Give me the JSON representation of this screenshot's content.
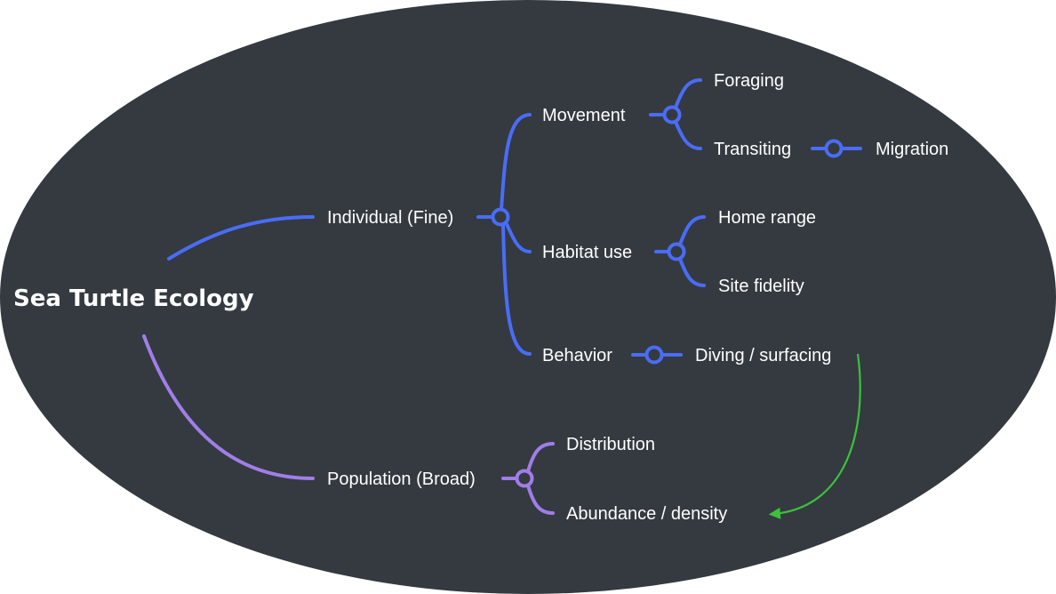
{
  "mindmap": {
    "root": "Sea Turtle Ecology",
    "colors": {
      "background": "#343a40",
      "individual_branch": "#4a6cf7",
      "population_branch": "#a07ee8",
      "cross_link": "#3cc13c",
      "text": "#ffffff"
    },
    "individual": {
      "label": "Individual (Fine)",
      "movement": {
        "label": "Movement",
        "foraging": "Foraging",
        "transiting": "Transiting",
        "migration": "Migration"
      },
      "habitat_use": {
        "label": "Habitat use",
        "home_range": "Home range",
        "site_fidelity": "Site fidelity"
      },
      "behavior": {
        "label": "Behavior",
        "diving": "Diving / surfacing"
      }
    },
    "population": {
      "label": "Population (Broad)",
      "distribution": "Distribution",
      "abundance": "Abundance / density"
    }
  }
}
